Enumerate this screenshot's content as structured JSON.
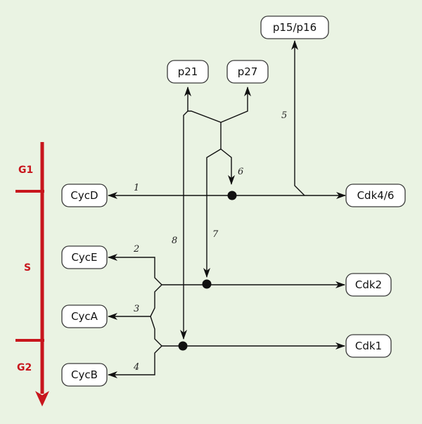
{
  "nodes": {
    "cycd": "CycD",
    "cyce": "CycE",
    "cyca": "CycA",
    "cycb": "CycB",
    "cdk46": "Cdk4/6",
    "cdk2": "Cdk2",
    "cdk1": "Cdk1",
    "p21": "p21",
    "p27": "p27",
    "p15p16": "p15/p16"
  },
  "phases": {
    "g1": "G1",
    "s": "S",
    "g2": "G2"
  },
  "edge_labels": [
    "1",
    "2",
    "3",
    "4",
    "5",
    "6",
    "7",
    "8"
  ],
  "colors": {
    "background": "#eaf3e3",
    "phase_bar": "#c8161d",
    "line": "#111111",
    "node_fill": "#ffffff"
  }
}
